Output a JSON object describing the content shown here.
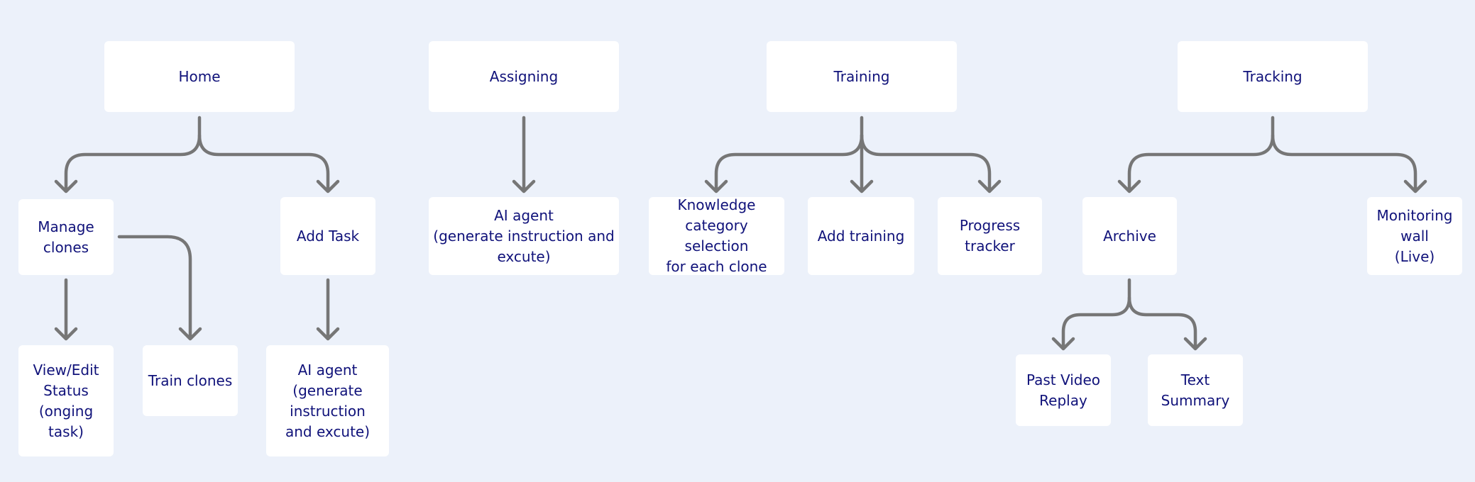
{
  "colors": {
    "background": "#ecf1fa",
    "node": "#ffffff",
    "text": "#10127a",
    "connector": "#767676"
  },
  "nodes": {
    "home": "Home",
    "assigning": "Assigning",
    "training": "Training",
    "tracking": "Tracking",
    "manage_clones": "Manage\nclones",
    "add_task": "Add Task",
    "ai_agent_assign": "AI agent\n(generate instruction and\nexcute)",
    "knowledge": "Knowledge\ncategory selection\nfor each clone",
    "add_training": "Add training",
    "progress": "Progress\ntracker",
    "archive": "Archive",
    "monitoring": "Monitoring\nwall\n(Live)",
    "view_edit": "View/Edit\nStatus\n(onging\ntask)",
    "train_clones": "Train clones",
    "ai_agent_task": "AI agent\n(generate\ninstruction\nand excute)",
    "past_video": "Past Video\nReplay",
    "text_summary": "Text\nSummary"
  }
}
